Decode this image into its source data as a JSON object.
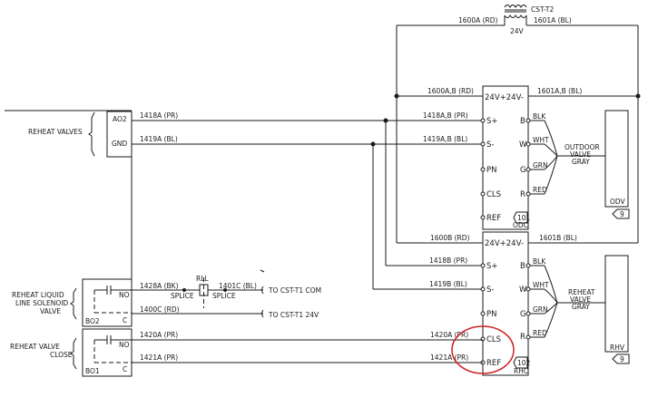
{
  "transformer": {
    "label": "CST-T2",
    "primary_left": "1600A (RD)",
    "primary_right": "1601A (BL)",
    "voltage": "24V"
  },
  "reheat_valves": {
    "label": "REHEAT VALVES",
    "ao2": "AO2",
    "gnd": "GND"
  },
  "wires": {
    "w1418a": "1418A (PR)",
    "w1419a": "1419A (BL)",
    "w1600ab": "1600A,B (RD)",
    "w1601ab": "1601A,B (BL)",
    "w1418ab": "1418A,B (PR)",
    "w1419ab": "1419A,B (BL)",
    "w1600b": "1600B (RD)",
    "w1601b": "1601B (BL)",
    "w1418b": "1418B (PR)",
    "w1419b": "1419B (BL)",
    "w1428a": "1428A (BK)",
    "w1401c": "1401C (BL)",
    "w1400c": "1400C (RD)",
    "w1420a": "1420A (PR)",
    "w1421a": "1421A (PR)"
  },
  "odc": {
    "power": "24V+24V-",
    "pins": [
      "S+",
      "S-",
      "PN",
      "CLS",
      "REF"
    ],
    "right_pins": [
      "B",
      "W",
      "G",
      "R"
    ],
    "colors": [
      "BLK",
      "WHT",
      "GRN",
      "RED"
    ],
    "tag": "101",
    "name": "ODC"
  },
  "rhc": {
    "power": "24V+24V-",
    "pins": [
      "S+",
      "S-",
      "PN",
      "CLS",
      "REF"
    ],
    "right_pins": [
      "B",
      "W",
      "G",
      "R"
    ],
    "colors": [
      "BLK",
      "WHT",
      "GRN",
      "RED"
    ],
    "tag": "102",
    "name": "RHC"
  },
  "outdoor_valve": {
    "line1": "OUTDOOR",
    "line2": "VALVE",
    "line3": "GRAY",
    "name": "ODV",
    "ref": "9"
  },
  "reheat_valve": {
    "line1": "REHEAT",
    "line2": "VALVE",
    "line3": "GRAY",
    "name": "RHV",
    "ref": "9"
  },
  "relay": {
    "label": "RLL",
    "splice1": "SPLICE",
    "splice2": "SPLICE",
    "to_com": "TO CST-T1 COM",
    "to_24v": "TO CST-T1 24V"
  },
  "bo2": {
    "line1": "REHEAT LIQUID",
    "line2": "LINE SOLENOID",
    "line3": "VALVE",
    "no": "NO",
    "c": "C",
    "name": "BO2"
  },
  "bo1": {
    "line1": "REHEAT VALVE",
    "line2": "CLOSE",
    "no": "NO",
    "c": "C",
    "name": "BO1"
  }
}
